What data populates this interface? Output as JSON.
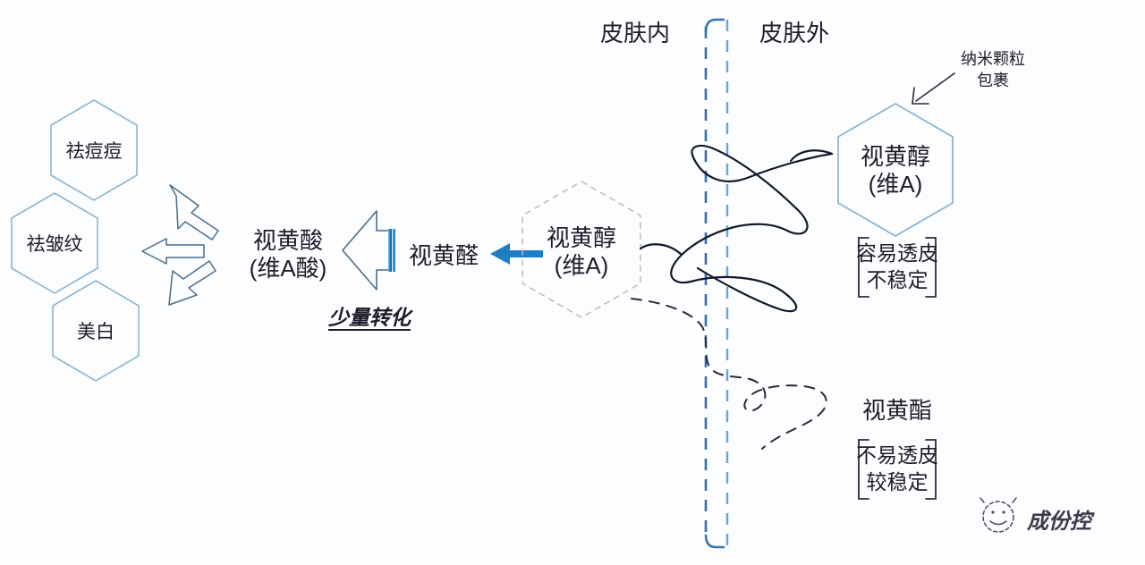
{
  "diagram": {
    "title_note": "Retinoid skin penetration and conversion diagram",
    "background_color": "#fbfdfe",
    "accent_blue": "#1f7fc4",
    "hex_stroke": "#8fb4cf",
    "dashed_hex_stroke": "#b9bcc0",
    "barrier_color": "#2f6fad",
    "text_color": "#1d1d2b"
  },
  "zones": {
    "inside_skin": "皮肤内",
    "outside_skin": "皮肤外"
  },
  "benefits": [
    {
      "id": "acne",
      "label": "祛痘痘"
    },
    {
      "id": "wrinkle",
      "label": "祛皱纹"
    },
    {
      "id": "whiten",
      "label": "美白"
    }
  ],
  "nodes": {
    "retinoic_acid": {
      "line1": "视黄酸",
      "line2": "(维A酸)"
    },
    "retinal": {
      "label": "视黄醛"
    },
    "retinol_inside": {
      "line1": "视黄醇",
      "line2": "(维A)"
    },
    "retinol_outside": {
      "line1": "视黄醇",
      "line2": "(维A)"
    },
    "retinyl_ester": {
      "label": "视黄酯"
    }
  },
  "annotations": {
    "small_conversion": "少量转化",
    "nano_encapsulation": {
      "line1": "纳米颗粒",
      "line2": "包裹"
    },
    "retinol_props": {
      "line1": "容易透皮",
      "line2": "不稳定"
    },
    "ester_props": {
      "line1": "不易透皮",
      "line2": "较稳定"
    }
  },
  "watermark": {
    "text": "成份控",
    "icon": "smiley-circle-icon"
  }
}
